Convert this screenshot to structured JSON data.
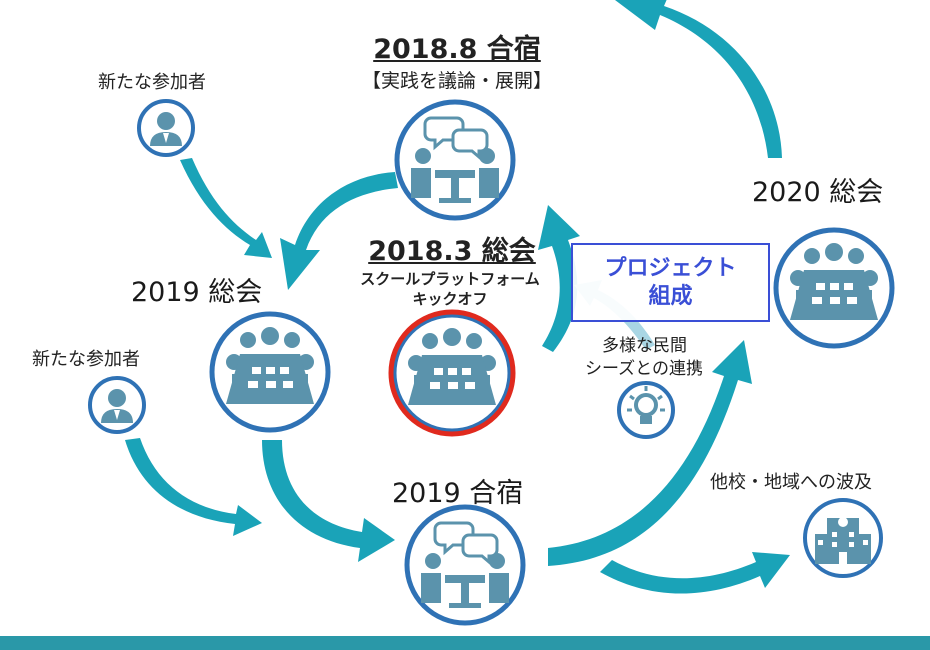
{
  "nodes": {
    "camp_2018_title": "2018.8 合宿",
    "camp_2018_sub": "【実践を議論・展開】",
    "kickoff_title": "2018.3 総会",
    "kickoff_sub1": "スクールプラットフォーム",
    "kickoff_sub2": "キックオフ",
    "assembly_2019": "2019 総会",
    "camp_2019": "2019 合宿",
    "assembly_2020": "2020 総会",
    "new_participant_top": "新たな参加者",
    "new_participant_mid": "新たな参加者",
    "private_seeds_line1": "多様な民間",
    "private_seeds_line2": "シーズとの連携",
    "spread": "他校・地域への波及"
  },
  "project_box": {
    "line1": "プロジェクト",
    "line2": "組成"
  },
  "colors": {
    "arrow": "#1aa3b8",
    "icon": "#5b93ac",
    "ring": "#2f72b5",
    "highlight": "#e02a1e",
    "project_text": "#3a4fd6",
    "footer": "#2a98a8"
  }
}
